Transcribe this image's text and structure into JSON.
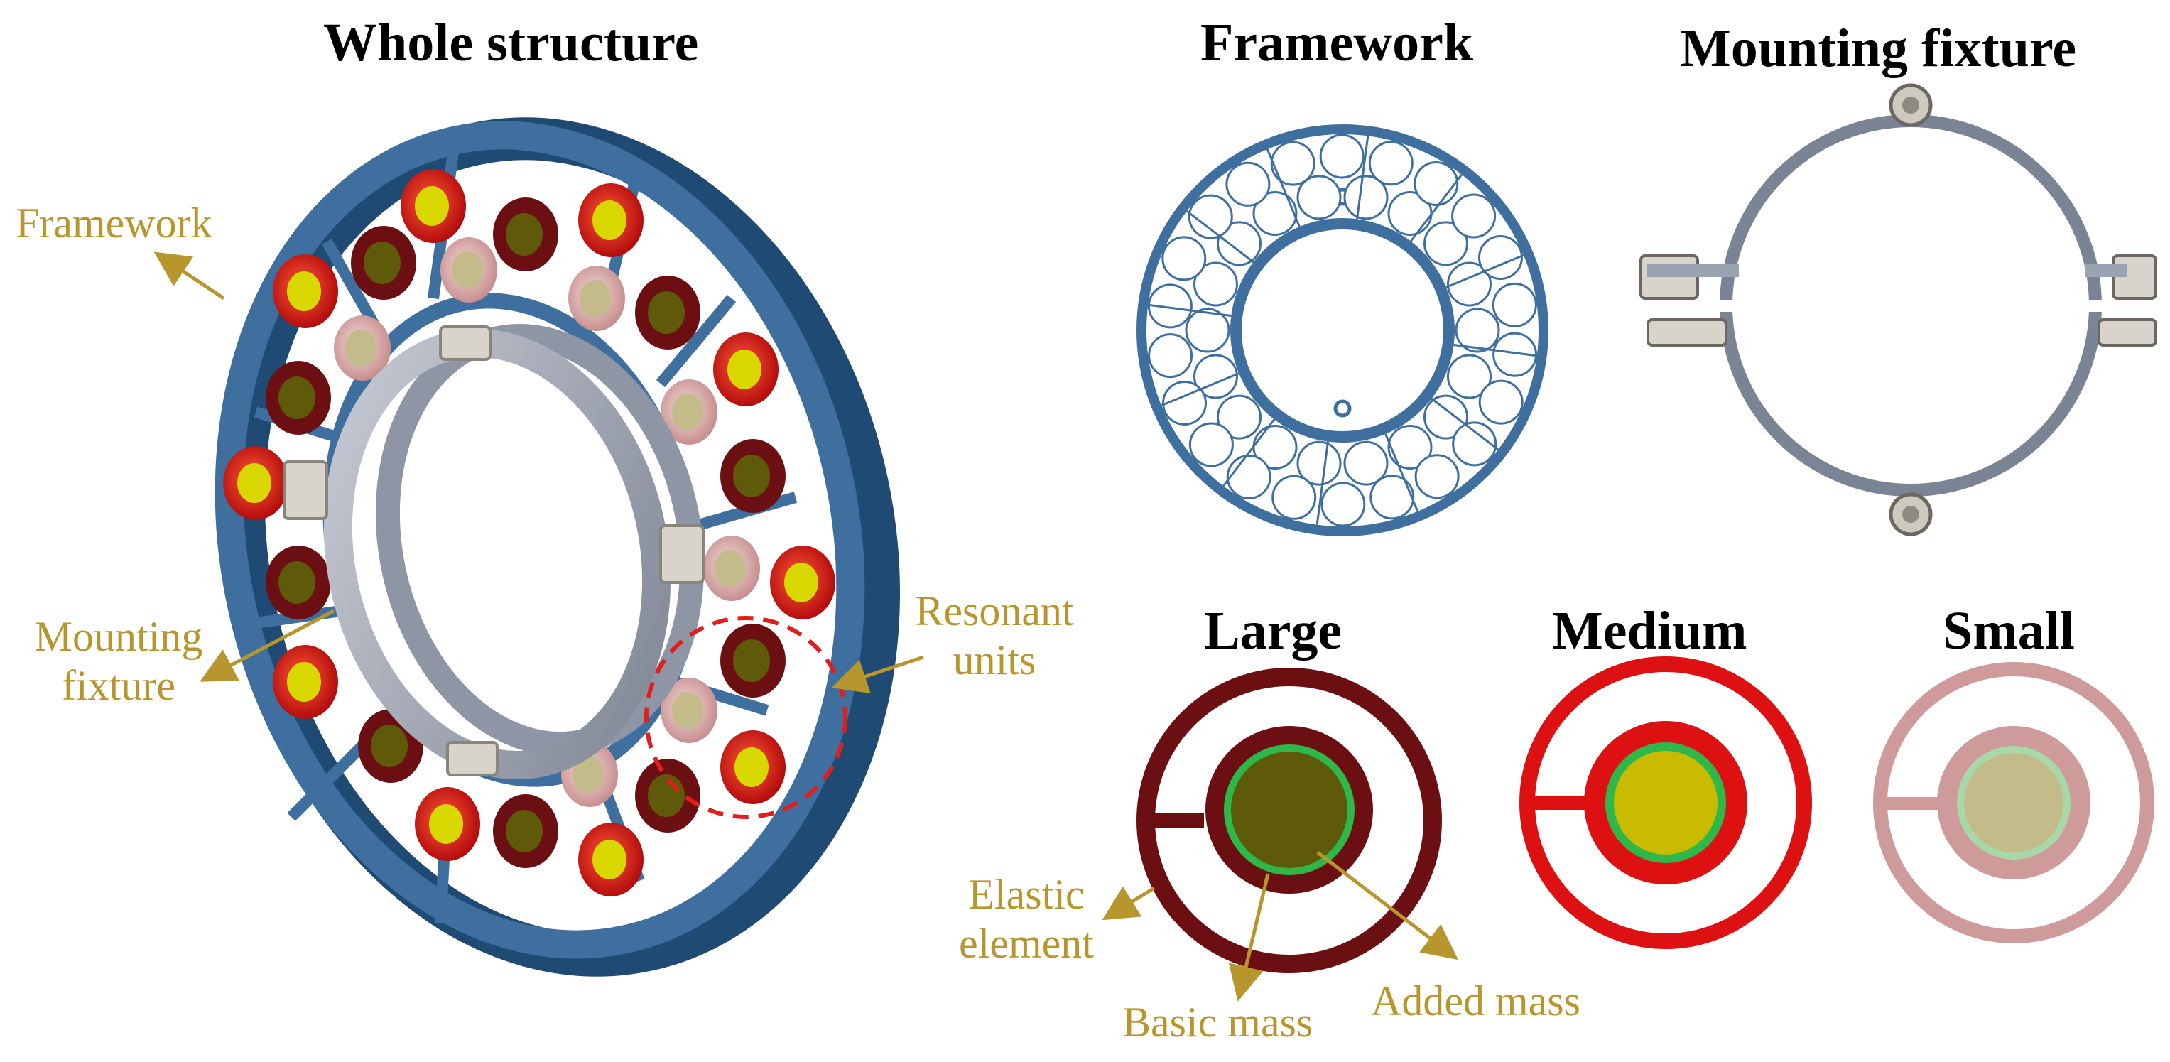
{
  "titles": {
    "whole": "Whole structure",
    "framework": "Framework",
    "mounting": "Mounting fixture",
    "large": "Large",
    "medium": "Medium",
    "small": "Small"
  },
  "annotations": {
    "framework": "Framework",
    "mounting_line1": "Mounting",
    "mounting_line2": "fixture",
    "resonant_line1": "Resonant",
    "resonant_line2": "units",
    "elastic_line1": "Elastic",
    "elastic_line2": "element",
    "basic_mass": "Basic mass",
    "added_mass": "Added mass"
  },
  "colors": {
    "annotation": "#b8962e",
    "framework_blue": "#3f6f9f",
    "fixture_gray": "#7a8494",
    "large_ring": "#6b0f12",
    "large_mass": "#5e5a0a",
    "medium_ring": "#dd1111",
    "medium_mass": "#c9bc00",
    "small_ring": "#cf9a9a",
    "small_mass": "#c3bb8a",
    "green_layer": "#2fb84a",
    "highlight_dash": "#e01e1e"
  }
}
